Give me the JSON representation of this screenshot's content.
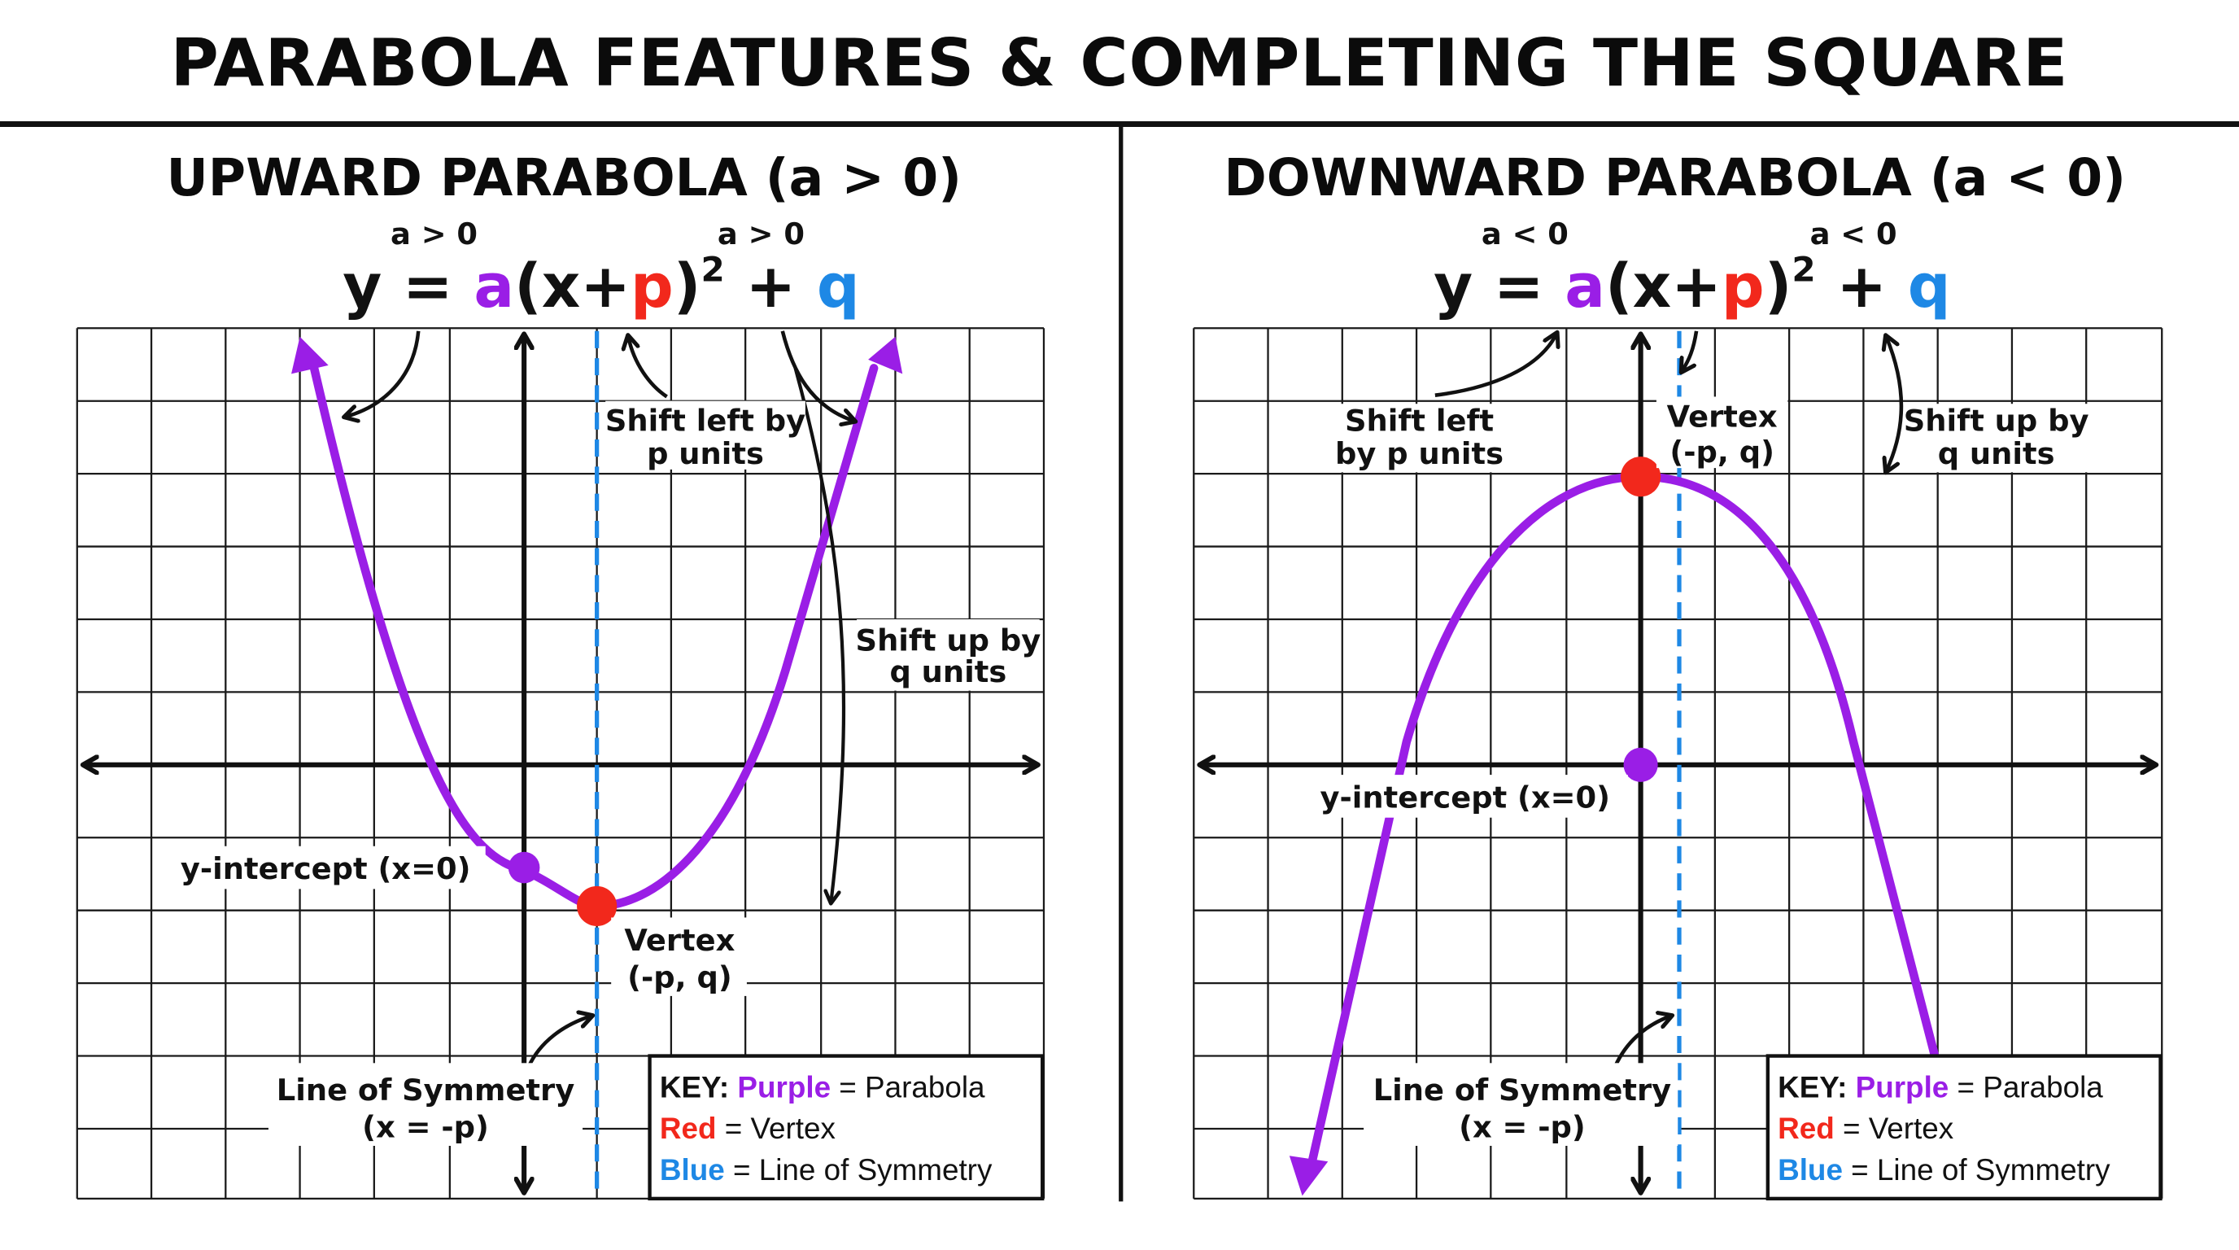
{
  "title": "PARABOLA FEATURES & COMPLETING THE SQUARE",
  "colors": {
    "purple": "#9a1ee6",
    "red": "#f2281c",
    "blue": "#1e88e5",
    "ink": "#111111"
  },
  "icons": {
    "arrow": "curved-pointer-arrow-icon",
    "point": "filled-circle-point-icon",
    "axis_arrow": "axis-arrowhead-icon"
  },
  "panels": {
    "left": {
      "heading": "UPWARD PARABOLA (a > 0)",
      "cond_a": "a > 0",
      "cond_q": "a > 0",
      "equation": {
        "y": "y",
        "eq": "=",
        "a": "a",
        "open": "(x+",
        "p": "p",
        "close": ")",
        "exp": "2",
        "plus": "+",
        "q": "q"
      },
      "annotations": {
        "shift_left_1": "Shift left by",
        "shift_left_2": "p units",
        "shift_up_1": "Shift up by",
        "shift_up_2": "q units",
        "y_intercept": "y-intercept (x=0)",
        "vertex_1": "Vertex",
        "vertex_2": "(-p, q)",
        "symmetry_1": "Line of Symmetry",
        "symmetry_2": "(x = -p)"
      },
      "key": {
        "key_label": "KEY:",
        "purple_label": "Purple",
        "purple_desc": "= Parabola",
        "red_label": "Red",
        "red_desc": "= Vertex",
        "blue_label": "Blue",
        "blue_desc": "= Line of Symmetry"
      }
    },
    "right": {
      "heading": "DOWNWARD PARABOLA (a < 0)",
      "cond_a": "a < 0",
      "cond_q": "a < 0",
      "equation": {
        "y": "y",
        "eq": "=",
        "a": "a",
        "open": "(x+",
        "p": "p",
        "close": ")",
        "exp": "2",
        "plus": "+",
        "q": "q"
      },
      "annotations": {
        "shift_left_1": "Shift left",
        "shift_left_2": "by p units",
        "shift_up_1": "Shift up by",
        "shift_up_2": "q units",
        "y_intercept": "y-intercept (x=0)",
        "vertex_1": "Vertex",
        "vertex_2": "(-p, q)",
        "symmetry_1": "Line of Symmetry",
        "symmetry_2": "(x = -p)"
      },
      "key": {
        "key_label": "KEY:",
        "purple_label": "Purple",
        "purple_desc": "= Parabola",
        "red_label": "Red",
        "red_desc": "= Vertex",
        "blue_label": "Blue",
        "blue_desc": "= Line of Symmetry"
      }
    }
  }
}
